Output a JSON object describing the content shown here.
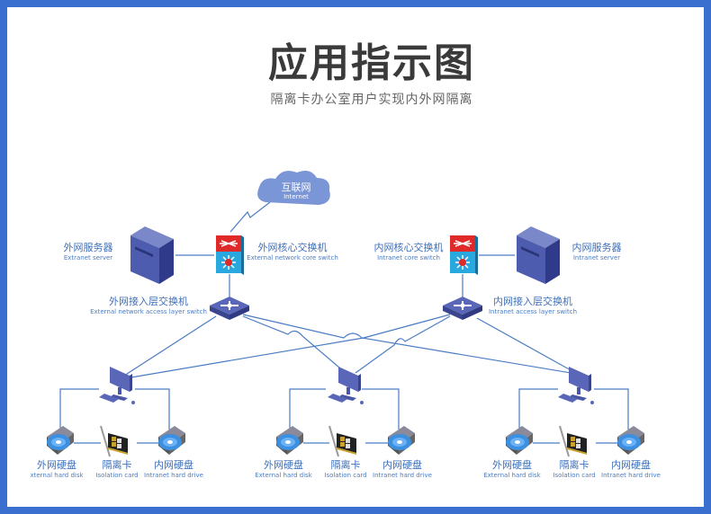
{
  "header": {
    "title": "应用指示图",
    "subtitle": "隔离卡办公室用户实现内外网隔离"
  },
  "colors": {
    "border": "#3a6fd0",
    "line": "#4a7cc4",
    "label": "#3e6fb8",
    "device": "#4a5ca8",
    "cloud": "#7b96d6",
    "core_top": "#e02a2a",
    "core_bottom": "#29a8e0"
  },
  "internet": {
    "cn": "互联网",
    "en": "Internet",
    "icon": "cloud-icon"
  },
  "extranet_server": {
    "cn": "外网服务器",
    "en": "Extranet server",
    "icon": "server-icon"
  },
  "external_core_switch": {
    "cn": "外网核心交换机",
    "en": "External network core switch",
    "icon": "core-switch-icon"
  },
  "intranet_core_switch": {
    "cn": "内网核心交换机",
    "en": "Intranet core switch",
    "icon": "core-switch-icon"
  },
  "intranet_server": {
    "cn": "内网服务器",
    "en": "Intranet server",
    "icon": "server-icon"
  },
  "external_access_switch": {
    "cn": "外网接入层交换机",
    "en": "External network access layer switch",
    "icon": "access-switch-icon"
  },
  "intranet_access_switch": {
    "cn": "内网接入层交换机",
    "en": "Intranet access layer switch",
    "icon": "access-switch-icon"
  },
  "workstations": [
    {
      "pc_icon": "computer-icon",
      "ext_disk": {
        "cn": "外网硬盘",
        "en": "xternal hard disk"
      },
      "card": {
        "cn": "隔离卡",
        "en": "Isolation card"
      },
      "int_disk": {
        "cn": "内网硬盘",
        "en": "Intranet hard drive"
      }
    },
    {
      "pc_icon": "computer-icon",
      "ext_disk": {
        "cn": "外网硬盘",
        "en": "External hard disk"
      },
      "card": {
        "cn": "隔离卡",
        "en": "Isolation card"
      },
      "int_disk": {
        "cn": "内网硬盘",
        "en": "Intranet hard drive"
      }
    },
    {
      "pc_icon": "computer-icon",
      "ext_disk": {
        "cn": "外网硬盘",
        "en": "External hard disk"
      },
      "card": {
        "cn": "隔离卡",
        "en": "Isolation card"
      },
      "int_disk": {
        "cn": "内网硬盘",
        "en": "Intranet hard drive"
      }
    }
  ]
}
